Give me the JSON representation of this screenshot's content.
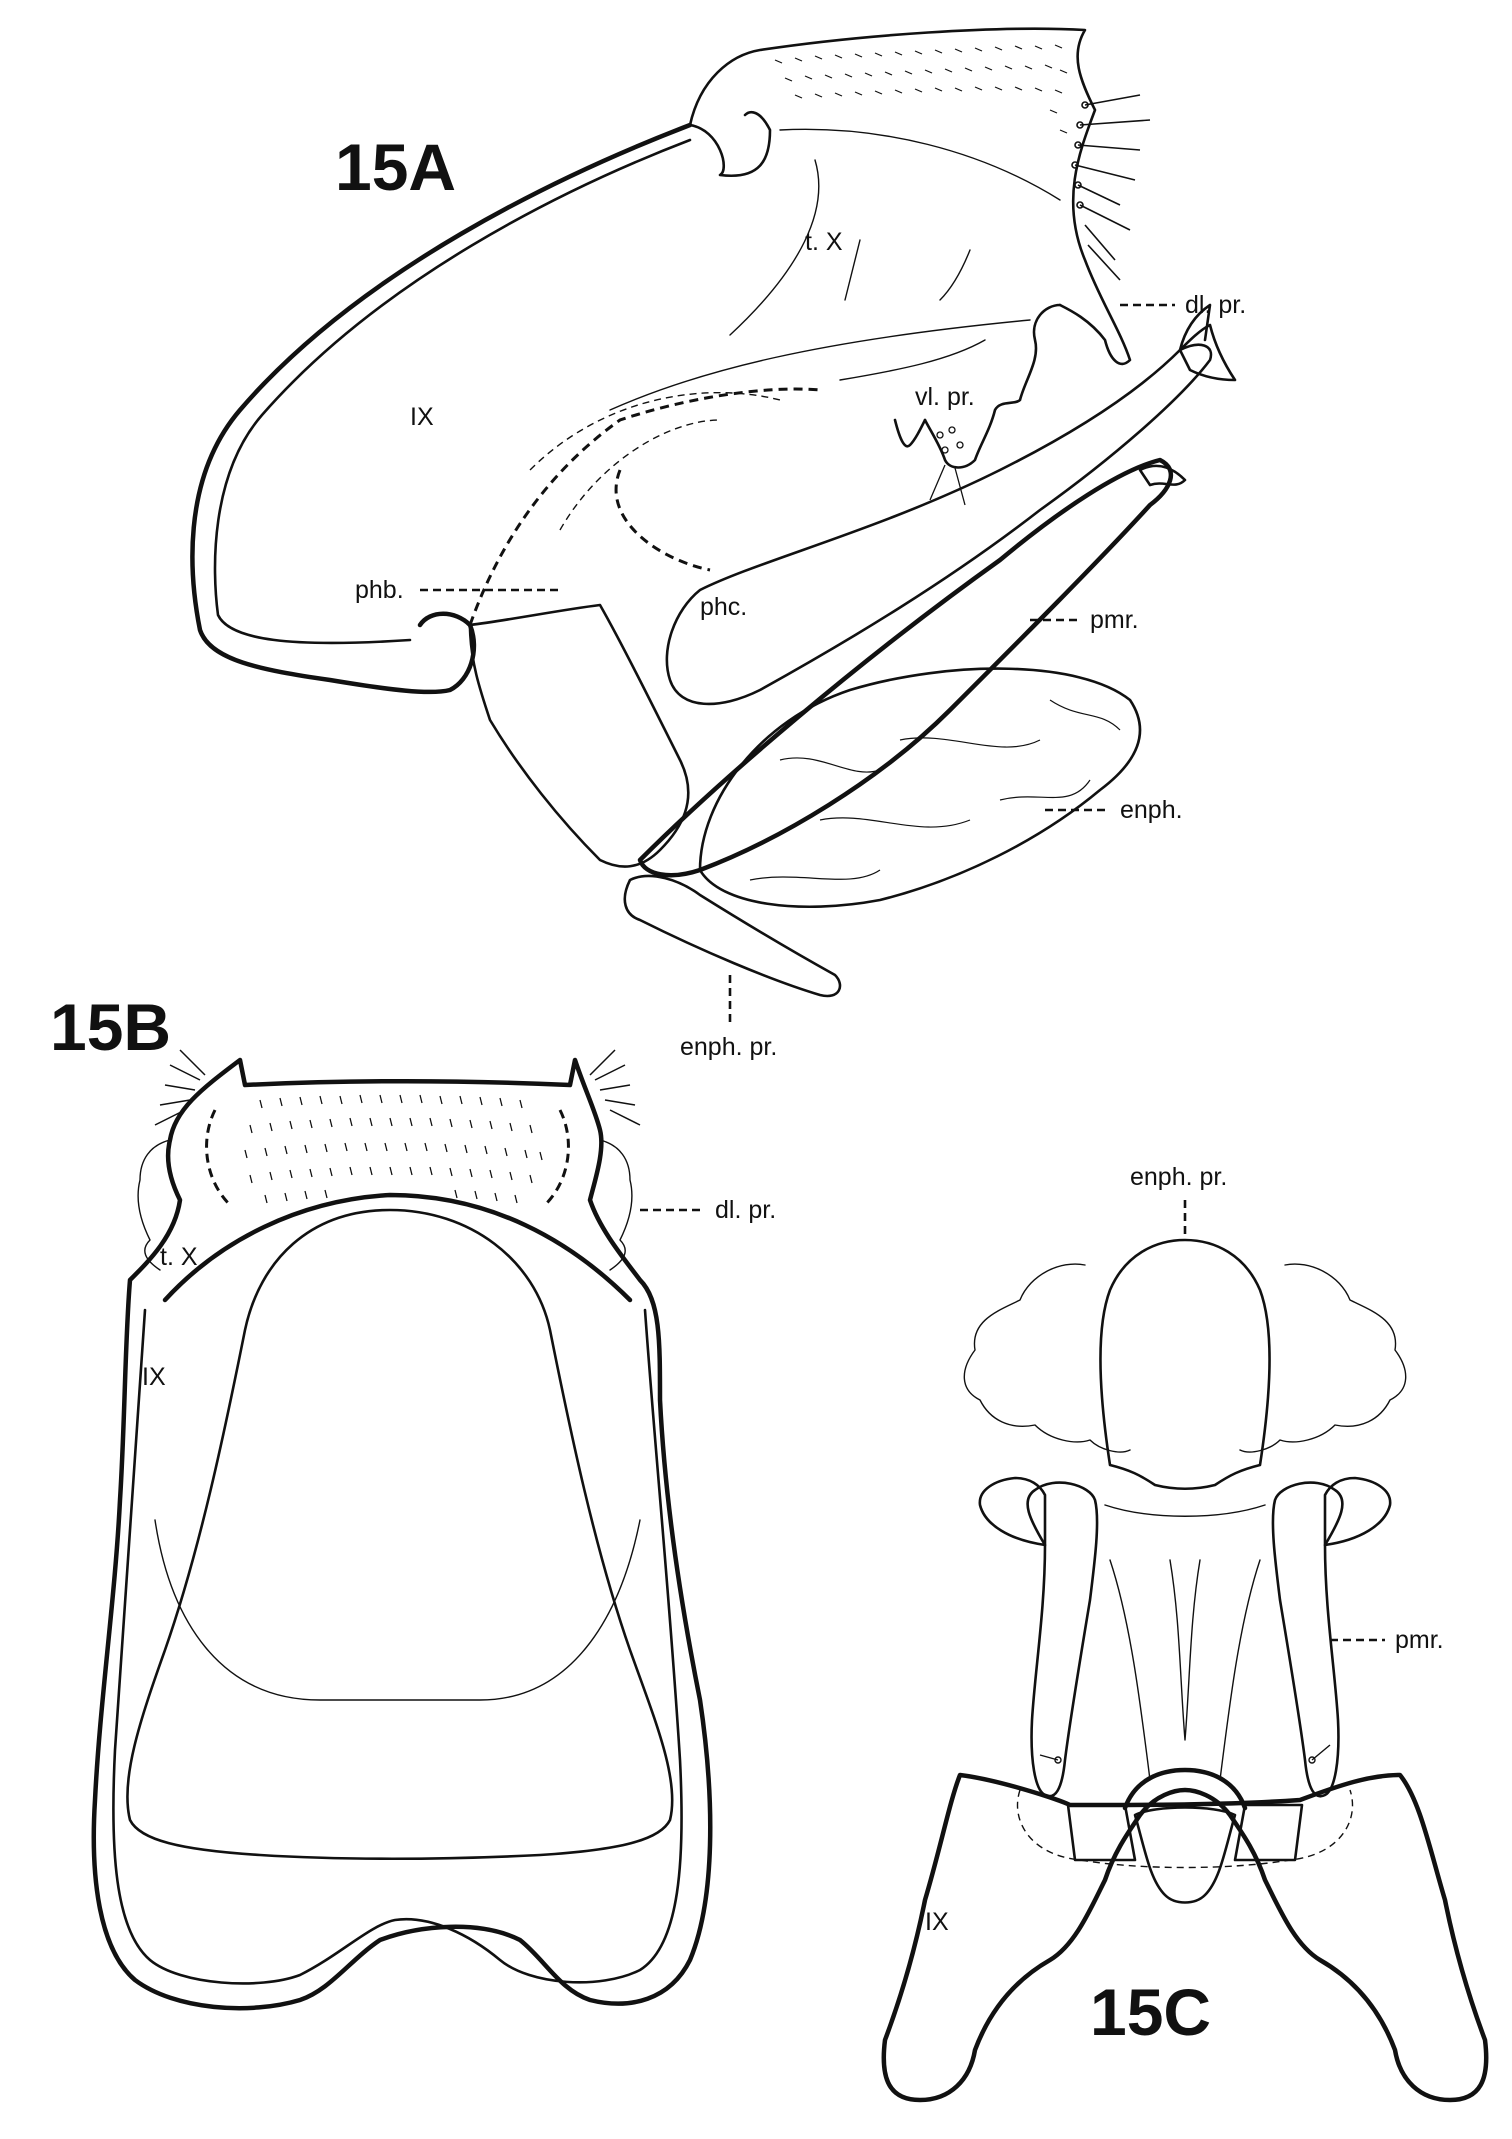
{
  "figure": {
    "panels": [
      "15A",
      "15B",
      "15C"
    ],
    "labels_15A": {
      "tergum_x": "t. X",
      "segment_ix": "IX",
      "dorsolateral_process": "dl. pr.",
      "ventrolateral_process": "vl. pr.",
      "phallobase": "phb.",
      "phallicata": "phc.",
      "paramere": "pmr.",
      "endophallus": "enph.",
      "endophallic_process": "enph. pr."
    },
    "labels_15B": {
      "tergum_x": "t. X",
      "segment_ix": "IX",
      "dorsolateral_process": "dl. pr."
    },
    "labels_15C": {
      "endophallic_process": "enph. pr.",
      "paramere": "pmr.",
      "segment_ix": "IX"
    }
  }
}
